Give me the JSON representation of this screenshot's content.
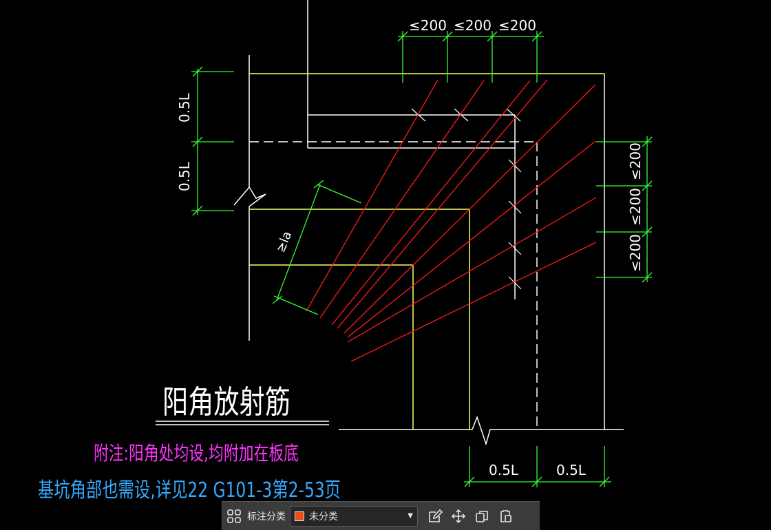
{
  "drawing": {
    "title": "阳角放射筋",
    "note_line1": "附注:阳角处均设,均附加在板底",
    "note_line2": "基坑角部也需设,详见22 G101-3第2-53页",
    "dim_top": [
      "≤200",
      "≤200",
      "≤200"
    ],
    "dim_right": [
      "≤200",
      "≤200",
      "≤200"
    ],
    "dim_left": [
      "0.5L",
      "0.5L"
    ],
    "dim_bottom": [
      "0.5L",
      "0.5L"
    ],
    "dim_anchor": "≥la"
  },
  "toolbar": {
    "category_label": "标注分类",
    "category_value": "未分类",
    "swatch_color": "#e8501a",
    "icons": [
      "grid-icon",
      "edit-icon",
      "move-icon",
      "copy-icon",
      "paste-icon"
    ]
  },
  "colors": {
    "white": "#ffffff",
    "yellow": "#ffff66",
    "red": "#ff1a1a",
    "green": "#33ff33",
    "magenta": "#ff33ff",
    "cyan": "#33aaff"
  }
}
